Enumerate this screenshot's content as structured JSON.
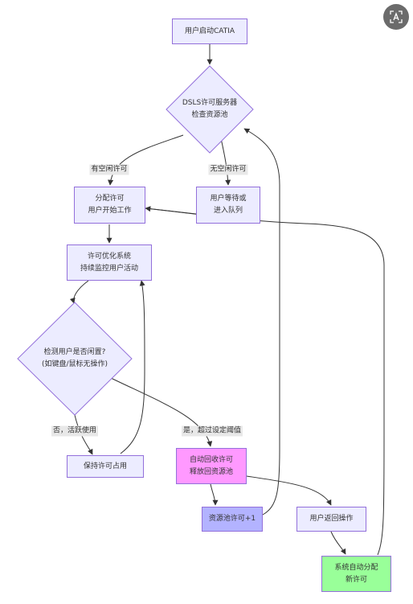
{
  "nodes": {
    "start": {
      "line1": "用户启动CATIA"
    },
    "check": {
      "line1": "DSLS许可服务器",
      "line2": "检查资源池"
    },
    "assign": {
      "line1": "分配许可",
      "line2": "用户开始工作"
    },
    "queue": {
      "line1": "用户等待或",
      "line2": "进入队列"
    },
    "monitor": {
      "line1": "许可优化系统",
      "line2": "持续监控用户活动"
    },
    "idle_check": {
      "line1": "检测用户是否闲置?",
      "line2": "(如键盘/鼠标无操作)"
    },
    "keep": {
      "line1": "保持许可占用"
    },
    "reclaim": {
      "line1": "自动回收许可",
      "line2": "释放回资源池"
    },
    "pool": {
      "line1": "资源池许可+1"
    },
    "return": {
      "line1": "用户返回操作"
    },
    "realloc": {
      "line1": "系统自动分配",
      "line2": "新许可"
    }
  },
  "edges": {
    "has_free": "有空闲许可",
    "no_free": "无空闲许可",
    "no_active": "否，活跃使用",
    "yes_threshold": "是，超过设定阈值"
  },
  "colors": {
    "default_fill": "#ECECFF",
    "default_stroke": "#9370DB",
    "reclaim_fill": "#FF99FF",
    "pool_fill": "#B3B3FF",
    "realloc_fill": "#99FF99"
  },
  "icons": {
    "corner": "translate-icon"
  }
}
